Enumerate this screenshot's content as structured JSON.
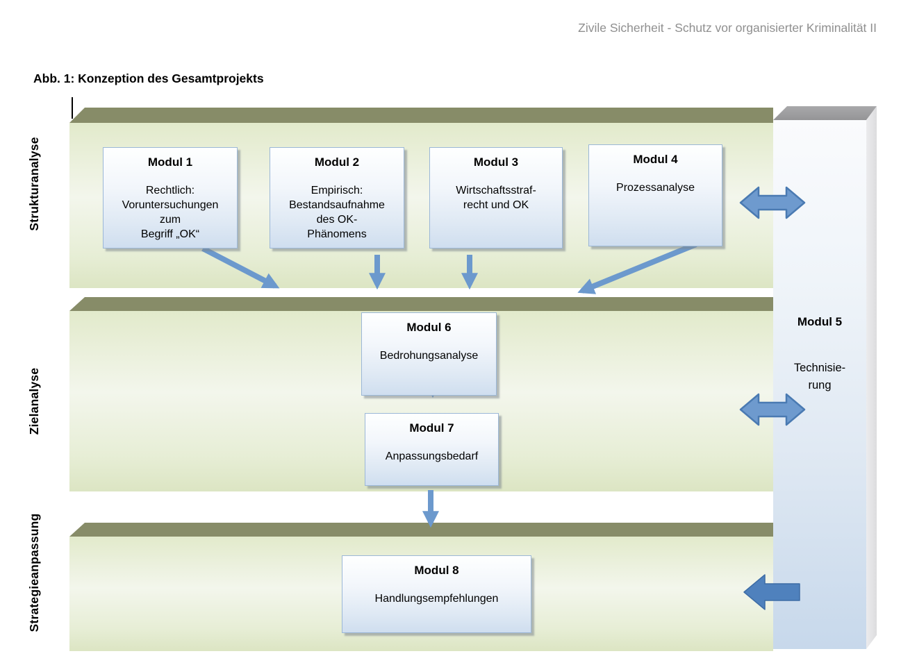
{
  "header": {
    "running_title": "Zivile Sicherheit - Schutz vor organisierter Kriminalität II"
  },
  "figure": {
    "caption": "Abb. 1: Konzeption des Gesamtprojekts"
  },
  "bands": [
    {
      "label": "Strukturanalyse"
    },
    {
      "label": "Zielanalyse"
    },
    {
      "label": "Strategieanpassung"
    }
  ],
  "modules": {
    "m1": {
      "title": "Modul 1",
      "body": "Rechtlich:\nVoruntersuchungen\nzum\nBegriff „OK“"
    },
    "m2": {
      "title": "Modul 2",
      "body": "Empirisch:\nBestandsaufnahme\ndes OK-\nPhänomens"
    },
    "m3": {
      "title": "Modul 3",
      "body": "Wirtschaftsstraf-\nrecht und OK"
    },
    "m4": {
      "title": "Modul 4",
      "body": "Prozessanalyse"
    },
    "m5": {
      "title": "Modul 5",
      "body": "Technisie-\nrung"
    },
    "m6": {
      "title": "Modul 6",
      "body": "Bedrohungsanalyse"
    },
    "m7": {
      "title": "Modul 7",
      "body": "Anpassungsbedarf"
    },
    "m8": {
      "title": "Modul 8",
      "body": "Handlungsempfehlungen"
    }
  },
  "arrows": {
    "modul1_down": "diagonal-down-right-arrow",
    "modul2_down": "down-arrow",
    "modul3_down": "down-arrow",
    "modul4_down": "diagonal-down-left-arrow",
    "modul6_to_modul7": "down-arrow",
    "modul7_to_strategieanpassung": "down-arrow",
    "strukturanalyse_modul5": "double-horizontal-arrow",
    "zielanalyse_modul5": "double-horizontal-arrow",
    "modul5_to_strategieanpassung": "left-arrow"
  },
  "colors": {
    "band_top_edge": "#878c68",
    "band_face_light": "#f3f6ec",
    "band_face_green": "#dee7c6",
    "vertical_band_face_bottom": "#c7d8eb",
    "vertical_band_top_edge": "#9c9c9e",
    "module_box_border": "#9bb7d7",
    "module_box_fill_bottom": "#cfdeef",
    "arrow_blue": "#6c99cd",
    "arrow_dark_blue": "#4f81bd",
    "header_text": "#8f8f8f"
  }
}
